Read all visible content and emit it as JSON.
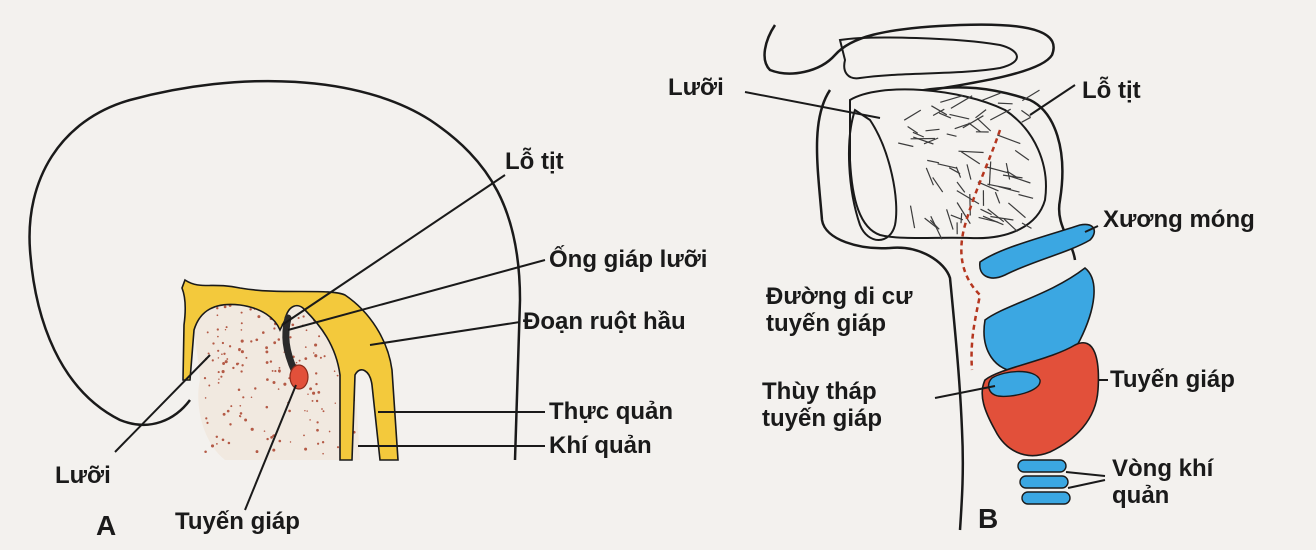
{
  "colors": {
    "background": "#f3f1ee",
    "outline": "#1a1a1a",
    "pharyngeal_gut": "#f3c93c",
    "thyroid": "#e2503a",
    "cartilage": "#3ba7e2",
    "migration_path": "#b5361f",
    "stipple": "#b45a46"
  },
  "panel_a": {
    "letter": "A",
    "labels": {
      "foramen_cecum": "Lỗ tịt",
      "thyroglossal_duct": "Ống giáp lưỡi",
      "pharyngeal_gut": "Đoạn ruột hầu",
      "esophagus": "Thực quản",
      "trachea": "Khí quản",
      "tongue": "Lưỡi",
      "thyroid": "Tuyến giáp"
    }
  },
  "panel_b": {
    "letter": "B",
    "labels": {
      "tongue": "Lưỡi",
      "foramen_cecum": "Lỗ tịt",
      "hyoid": "Xương móng",
      "migration_path": "Đường di cư\ntuyến giáp",
      "pyramidal_lobe": "Thùy tháp\ntuyến giáp",
      "thyroid": "Tuyến giáp",
      "tracheal_rings": "Vòng khí\nquản"
    }
  }
}
